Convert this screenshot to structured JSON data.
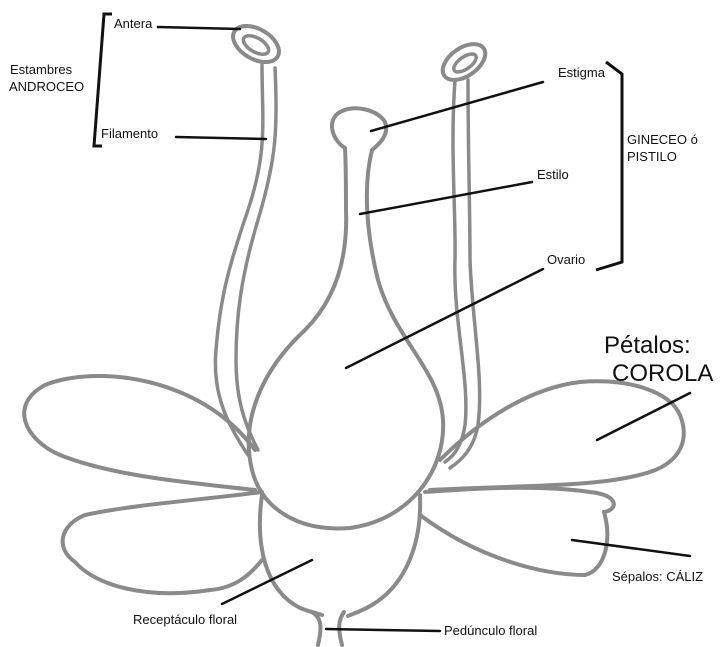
{
  "labels": {
    "antera": "Antera",
    "filamento": "Filamento",
    "estambres_line1": "Estambres",
    "estambres_line2": "ANDROCEO",
    "estigma": "Estigma",
    "estilo": "Estilo",
    "ovario": "Ovario",
    "gineceo_line1": "GINECEO ó",
    "gineceo_line2": "PISTILO",
    "petalos_line1": "Pétalos:",
    "petalos_line2": "COROLA",
    "sepalos": "Sépalos: CÁLIZ",
    "receptaculo": "Receptáculo floral",
    "pedunculo": "Pedúnculo floral"
  },
  "colors": {
    "outline": "#8a8a8a",
    "leader": "#111111",
    "background": "#ffffff"
  }
}
